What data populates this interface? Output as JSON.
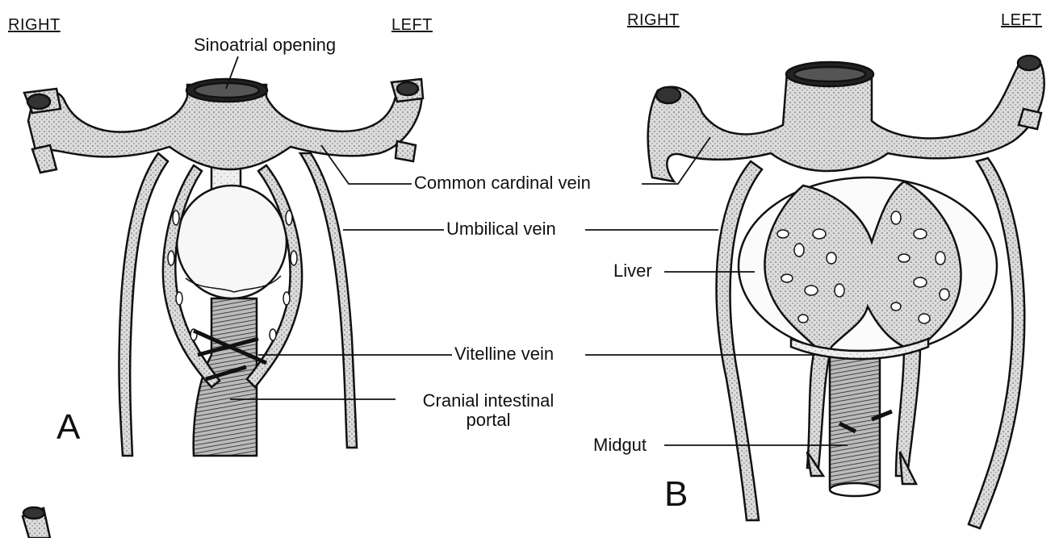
{
  "panelA": {
    "letter": "A",
    "right": "RIGHT",
    "left": "LEFT",
    "sinoatrial": "Sinoatrial opening",
    "cranial_line1": "Cranial intestinal",
    "cranial_line2": "portal"
  },
  "panelB": {
    "letter": "B",
    "right": "RIGHT",
    "left": "LEFT",
    "liver": "Liver",
    "midgut": "Midgut"
  },
  "shared": {
    "common_cardinal": "Common cardinal vein",
    "umbilical": "Umbilical vein",
    "vitelline": "Vitelline vein"
  },
  "colors": {
    "ink": "#111111",
    "vessel_fill": "#d9d9d9",
    "liver_fill": "#f2f2f2",
    "background": "#ffffff"
  }
}
